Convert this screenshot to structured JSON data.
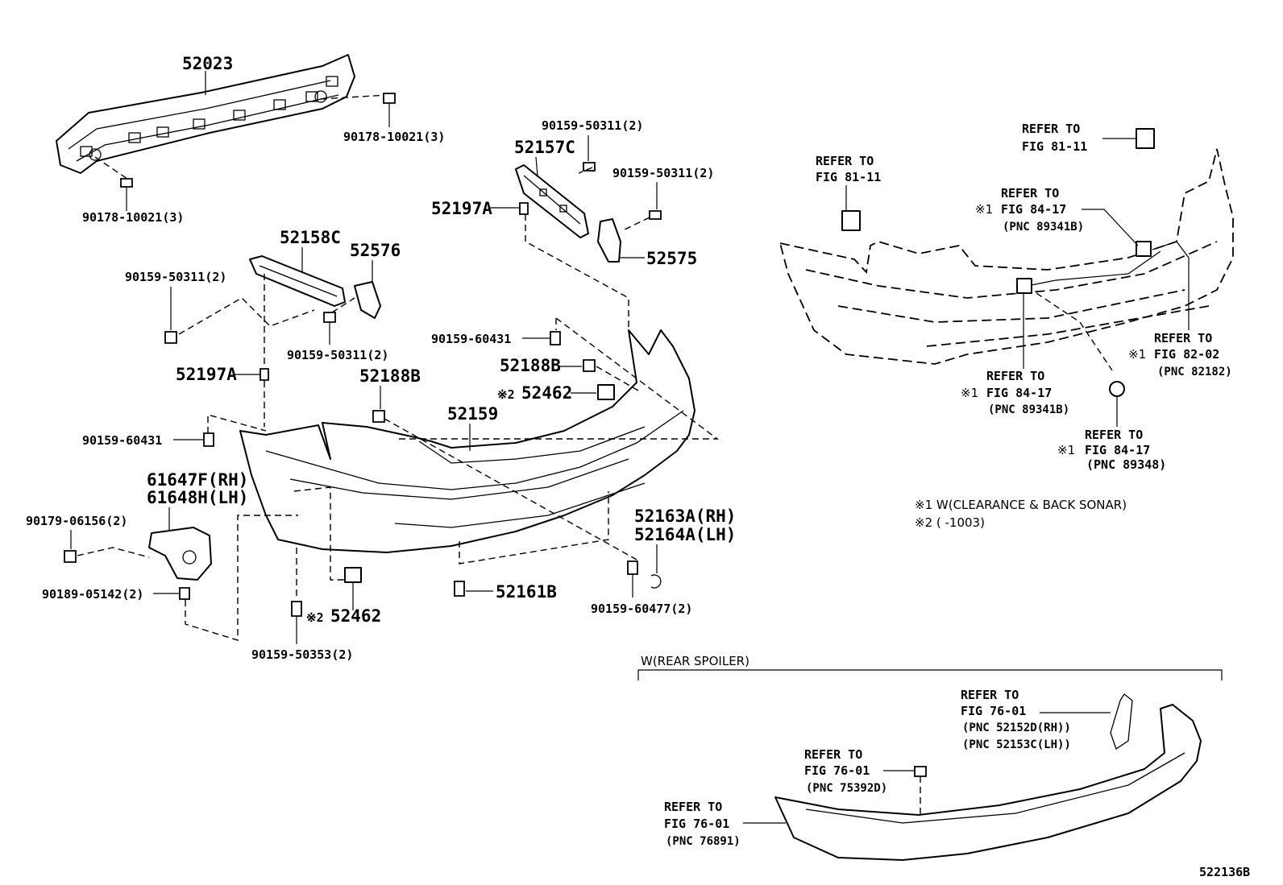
{
  "labels": {
    "p52023": "52023",
    "p90178_a": "90178-10021(3)",
    "p90178_b": "90178-10021(3)",
    "p90159_50311_a": "90159-50311(2)",
    "p52157c": "52157C",
    "p90159_50311_b": "90159-50311(2)",
    "p52197a_a": "52197A",
    "p52575": "52575",
    "p52158c": "52158C",
    "p52576": "52576",
    "p90159_50311_c": "90159-50311(2)",
    "p90159_50311_d": "90159-50311(2)",
    "p52197a_b": "52197A",
    "p90159_60431_a": "90159-60431",
    "p52188b_a": "52188B",
    "p52188b_b": "52188B",
    "p52462_a": "52462",
    "p52159": "52159",
    "p90159_60431_b": "90159-60431",
    "p61647f": "61647F(RH)",
    "p61648h": "61648H(LH)",
    "p90179": "90179-06156(2)",
    "p90189": "90189-05142(2)",
    "p52462_b": "52462",
    "p90159_50353": "90159-50353(2)",
    "p52161b": "52161B",
    "p52163a": "52163A(RH)",
    "p52164a": "52164A(LH)",
    "p90159_60477": "90159-60477(2)",
    "refer_to": "REFER TO",
    "fig_81_11": "FIG 81-11",
    "fig_84_17": "FIG 84-17",
    "fig_82_02": "FIG 82-02",
    "fig_76_01": "FIG 76-01",
    "pnc_89341b": "(PNC 89341B)",
    "pnc_82182": "(PNC 82182)",
    "pnc_89348": "(PNC 89348)",
    "pnc_52152d": "(PNC 52152D(RH))",
    "pnc_52153c": "(PNC 52153C(LH))",
    "pnc_75392d": "(PNC 75392D)",
    "pnc_76891": "(PNC 76891)",
    "mark1": "※1",
    "mark2": "※2",
    "note1": "※1 W(CLEARANCE & BACK SONAR)",
    "note2": "※2 (       -1003)",
    "w_rear_spoiler": "W(REAR SPOILER)",
    "diagram_id": "522136B"
  }
}
